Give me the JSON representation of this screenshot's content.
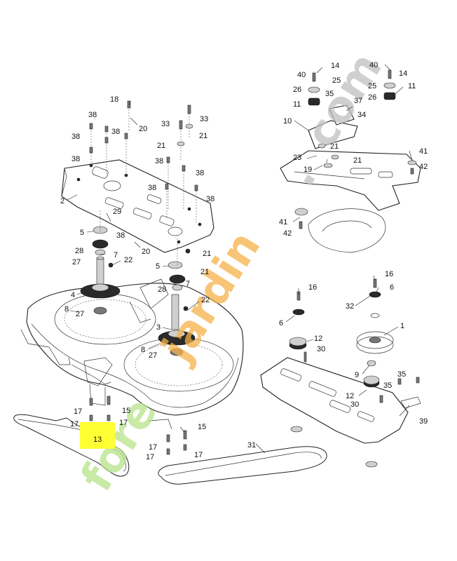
{
  "watermark": {
    "part1": "fore",
    "part2": "jardin",
    "dot": ".",
    "part3": "com",
    "colors": {
      "green": "#b7e28a",
      "orange": "#f6b24a",
      "grey": "#bfbfbf"
    }
  },
  "highlight": {
    "label": "13",
    "color": "#ffff33"
  },
  "labels": {
    "l1": "1",
    "l2": "2",
    "l3": "3",
    "l4": "4",
    "l5a": "5",
    "l5b": "5",
    "l6a": "6",
    "l6b": "6",
    "l7a": "7",
    "l7b": "7",
    "l8a": "8",
    "l8b": "8",
    "l9": "9",
    "l10": "10",
    "l11a": "11",
    "l11b": "11",
    "l12a": "12",
    "l12b": "12",
    "l14a": "14",
    "l14b": "14",
    "l15a": "15",
    "l15b": "15",
    "l16a": "16",
    "l16b": "16",
    "l17a": "17",
    "l17b": "17",
    "l17c": "17",
    "l17d": "17",
    "l17e": "17",
    "l17f": "17",
    "l18": "18",
    "l19": "19",
    "l20a": "20",
    "l20b": "20",
    "l21a": "21",
    "l21b": "21",
    "l21c": "21",
    "l21d": "21",
    "l21e": "21",
    "l21f": "21",
    "l22a": "22",
    "l22b": "22",
    "l23": "23",
    "l25a": "25",
    "l25b": "25",
    "l26a": "26",
    "l26b": "26",
    "l27a": "27",
    "l27b": "27",
    "l27c": "27",
    "l28a": "28",
    "l28b": "28",
    "l29": "29",
    "l30a": "30",
    "l30b": "30",
    "l31": "31",
    "l32": "32",
    "l33a": "33",
    "l33b": "33",
    "l34": "34",
    "l35a": "35",
    "l35b": "35",
    "l35c": "35",
    "l37": "37",
    "l38a": "38",
    "l38b": "38",
    "l38c": "38",
    "l38d": "38",
    "l38e": "38",
    "l38f": "38",
    "l38g": "38",
    "l38h": "38",
    "l39": "39",
    "l40a": "40",
    "l40b": "40",
    "l41a": "41",
    "l41b": "41",
    "l42a": "42",
    "l42b": "42"
  }
}
